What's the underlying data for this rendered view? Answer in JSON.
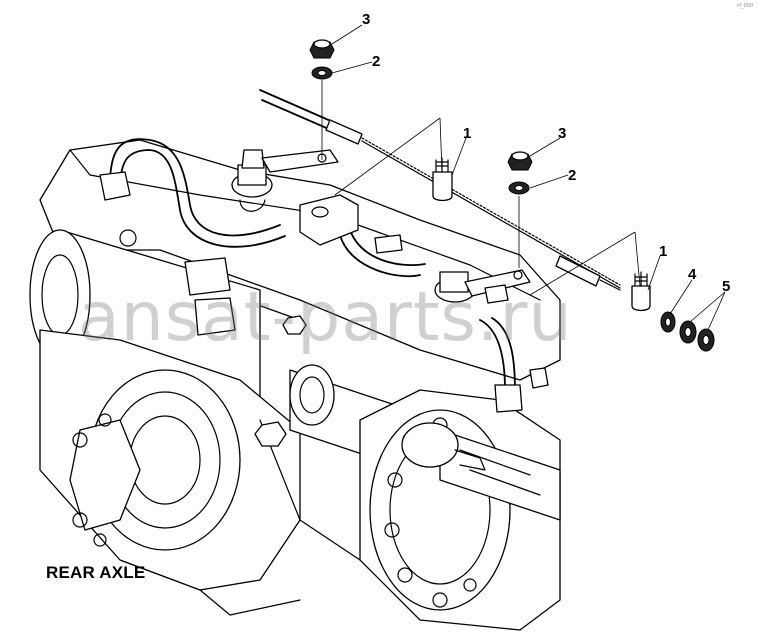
{
  "diagram": {
    "caption": "REAR AXLE",
    "watermark": "ansat-parts.ru",
    "corner_mark": "rf_000",
    "callouts": {
      "c1a": "1",
      "c1b": "1",
      "c2a": "2",
      "c2b": "2",
      "c3a": "3",
      "c3b": "3",
      "c4": "4",
      "c5": "5"
    }
  },
  "colors": {
    "ink": "#000000",
    "background": "#ffffff",
    "watermark": "#787878"
  }
}
